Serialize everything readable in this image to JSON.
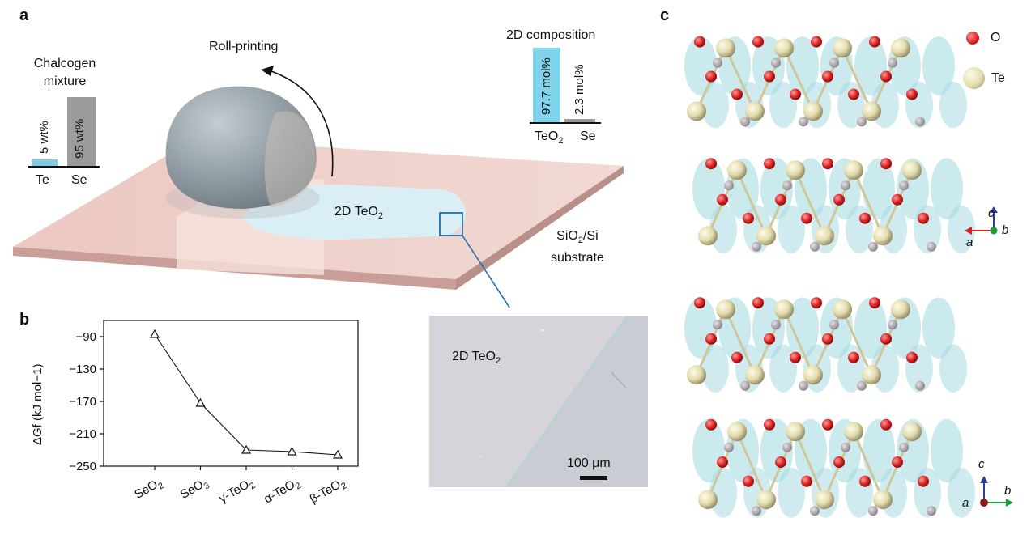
{
  "panels": {
    "a": "a",
    "b": "b",
    "c": "c"
  },
  "panel_a": {
    "chalcogen_mixture": [
      "Chalcogen",
      "mixture"
    ],
    "mixture_bars": [
      {
        "label": "Te",
        "value_text": "5 wt%",
        "value": 5,
        "color": "#7fcbe6"
      },
      {
        "label": "Se",
        "value_text": "95 wt%",
        "value": 95,
        "color": "#9b9b9b"
      }
    ],
    "roll_printing": "Roll-printing",
    "film_label": "2D TeO",
    "film_sub": "2",
    "substrate_label_1": "SiO",
    "substrate_sub": "2",
    "substrate_label_1b": "/Si",
    "substrate_label_2": "substrate",
    "composition_title": "2D composition",
    "composition_bars": [
      {
        "label": "TeO",
        "label_sub": "2",
        "value_text": "97.7 mol%",
        "value": 97.7,
        "color": "#7fd3ea"
      },
      {
        "label": "Se",
        "label_sub": "",
        "value_text": "2.3 mol%",
        "value": 2.3,
        "color": "#9b9b9b"
      }
    ],
    "micrograph_label": "2D TeO",
    "micrograph_sub": "2",
    "scalebar": "100 μm"
  },
  "chart_data": {
    "type": "scatter",
    "ylabel": "ΔGf (kJ mol−1)",
    "categories": [
      "SeO2",
      "SeO3",
      "γ-TeO2",
      "α-TeO2",
      "β-TeO2"
    ],
    "values": [
      -87,
      -172,
      -230,
      -232,
      -236
    ],
    "ylim": [
      -250,
      -70
    ],
    "yticks": [
      -90,
      -130,
      -170,
      -210,
      -250
    ]
  },
  "panel_c": {
    "legend": [
      {
        "label": "O",
        "color": "#d91f1f"
      },
      {
        "label": "Te",
        "color": "#e2dcae"
      }
    ],
    "axes_top": {
      "up": "c",
      "left": "a",
      "out": "b"
    },
    "axes_bottom": {
      "up": "c",
      "right": "b",
      "in": "a"
    }
  }
}
